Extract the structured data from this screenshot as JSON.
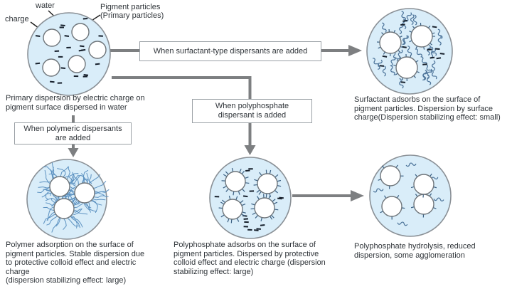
{
  "diagram": {
    "labels": {
      "water": "water",
      "charge": "charge",
      "pigment": "Pigment particles\n(Primary particles)"
    },
    "process_boxes": {
      "surfactant": "When surfactant-type dispersants are added",
      "polymeric": "When polymeric dispersants\nare added",
      "polyphosphate": "When polyphosphate\ndispersant is added"
    },
    "captions": {
      "primary_dispersion": "Primary dispersion by electric charge on\npigment surface dispersed in water",
      "surfactant_result": "Surfactant adsorbs on the surface of\npigment particles. Dispersion by surface\ncharge(Dispersion stabilizing effect: small)",
      "polymer_result": "Polymer adsorption on the surface of\npigment particles. Stable dispersion due\nto protective colloid effect and electric\ncharge\n(dispersion stabilizing effect: large)",
      "polyphosphate_result": "Polyphosphate adsorbs on the surface of\npigment particles. Dispersed by protective\ncolloid effect and electric charge (dispersion\nstabilizing effect: large)",
      "hydrolysis_result": "Polyphosphate hydrolysis, reduced\ndispersion, some agglomeration"
    },
    "colors": {
      "circle_fill": "#d9edf9",
      "circle_border": "#8a9096",
      "particle_border": "#6f757a",
      "connector": "#7d7f81",
      "squiggle": "#4d749a",
      "polymer_fiber": "#5d92c1",
      "spike": "#3a5f82",
      "charge_dash": "#17202c",
      "text": "#2f3439",
      "label_arrow": "#1c1c1c"
    }
  }
}
